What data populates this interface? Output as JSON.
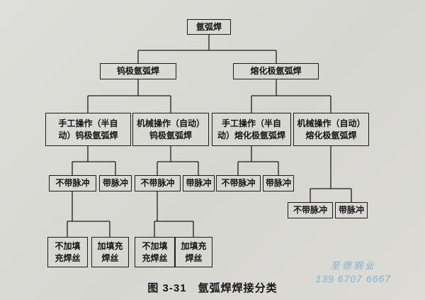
{
  "page": {
    "caption": "图 3-31　氩弧焊焊接分类",
    "watermark_line1": "至德钢业",
    "watermark_line2": "139 6707 6667",
    "watermark_color": "#7fb3d2"
  },
  "flowchart": {
    "root": {
      "label": "氩弧焊"
    },
    "level2": [
      {
        "label": "钨极氩弧焊"
      },
      {
        "label": "熔化极氩弧焊"
      }
    ],
    "level3": [
      {
        "label": "手工操作（半自\n动）钨极氩弧焊"
      },
      {
        "label": "机械操作（自动）\n钨极氩弧焊"
      },
      {
        "label": "手工操作（半自\n动）熔化极氩弧焊"
      },
      {
        "label": "机械操作（自动）\n熔化极氩弧焊"
      }
    ],
    "pulse_labels": {
      "no_pulse": "不带脉冲",
      "pulse": "带脉冲"
    },
    "filler_labels": {
      "no_filler": "不加填\n充焊丝",
      "filler": "加填充\n焊丝"
    }
  }
}
